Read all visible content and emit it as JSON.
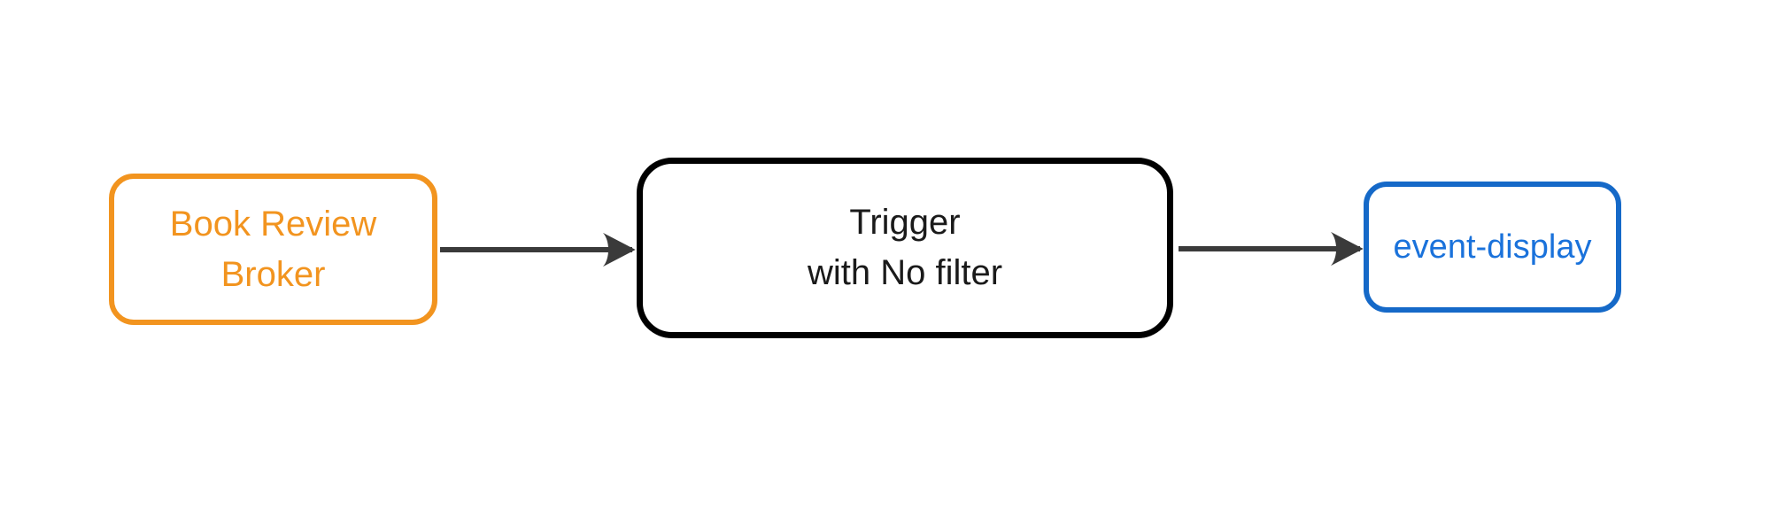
{
  "diagram": {
    "background_color": "#ffffff",
    "nodes": [
      {
        "id": "book-review-broker",
        "lines": [
          "Book Review",
          "Broker"
        ],
        "border_color": "#F2941F",
        "text_color": "#F2941F"
      },
      {
        "id": "trigger",
        "lines": [
          "Trigger",
          "with No filter"
        ],
        "border_color": "#000000",
        "text_color": "#1a1a1a"
      },
      {
        "id": "event-display",
        "lines": [
          "event-display"
        ],
        "border_color": "#1569C8",
        "text_color": "#1A72DB"
      }
    ],
    "connectors": [
      {
        "from": "book-review-broker",
        "to": "trigger",
        "color": "#3A3A3A"
      },
      {
        "from": "trigger",
        "to": "event-display",
        "color": "#3A3A3A"
      }
    ]
  }
}
